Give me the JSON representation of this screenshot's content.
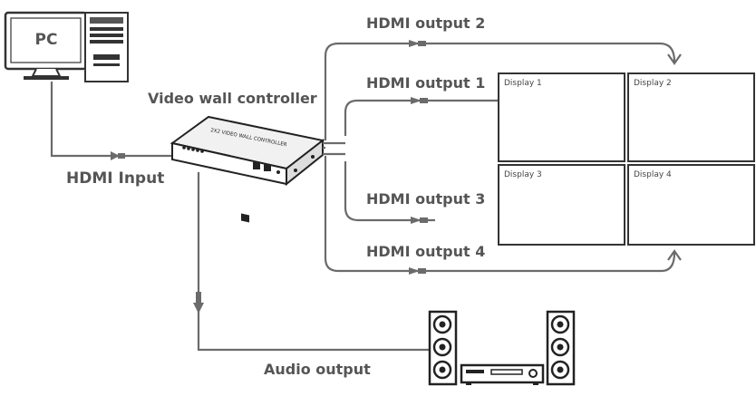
{
  "source": {
    "label": "PC"
  },
  "controller": {
    "title": "Video wall controller",
    "panel_text": "2X2 VIDEO WALL CONTROLLER"
  },
  "input": {
    "label": "HDMI Input"
  },
  "outputs": [
    {
      "label": "HDMI output 1"
    },
    {
      "label": "HDMI output 2"
    },
    {
      "label": "HDMI output 3"
    },
    {
      "label": "HDMI output 4"
    }
  ],
  "displays": [
    {
      "label": "Display 1"
    },
    {
      "label": "Display 2"
    },
    {
      "label": "Display 3"
    },
    {
      "label": "Display 4"
    }
  ],
  "audio": {
    "label": "Audio output"
  },
  "colors": {
    "line": "#6b6b6b",
    "text": "#555555",
    "device": "#2b2b2b"
  }
}
